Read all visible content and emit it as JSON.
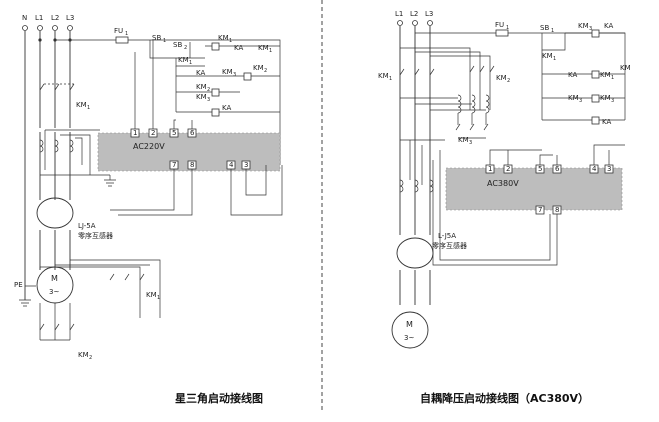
{
  "left": {
    "phase_labels": [
      "N",
      "L1",
      "L2",
      "L3"
    ],
    "fuse": "FU",
    "fuse_sub": "1",
    "sb1": "SB",
    "sb1_sub": "1",
    "sb2": "SB",
    "sb2_sub": "2",
    "km1": "KM",
    "km1_sub": "1",
    "km2": "KM",
    "km2_sub": "2",
    "km3": "KM",
    "km3_sub": "3",
    "ka": "KA",
    "controller_label": "AC220V",
    "terminals": [
      "1",
      "2",
      "5",
      "6",
      "7",
      "8",
      "4",
      "3"
    ],
    "ct_label": "LJ-5A",
    "ct_sub": "零序互感器",
    "motor_m": "M",
    "motor_3": "3~",
    "pe": "PE",
    "caption": "星三角启动接线图"
  },
  "right": {
    "phase_labels": [
      "L1",
      "L2",
      "L3"
    ],
    "fuse": "FU",
    "fuse_sub": "1",
    "sb1": "SB",
    "sb1_sub": "1",
    "km1": "KM",
    "km1_sub": "1",
    "km2": "KM",
    "km2_sub": "2",
    "km3": "KM",
    "km3_sub": "3",
    "ka": "KA",
    "controller_label": "AC380V",
    "terminals": [
      "1",
      "2",
      "5",
      "6",
      "4",
      "3",
      "7",
      "8"
    ],
    "ct_label": "L-J5A",
    "ct_sub": "零序互感器",
    "motor_m": "M",
    "motor_3": "3~",
    "caption": "自耦降压启动接线图（AC380V）"
  }
}
